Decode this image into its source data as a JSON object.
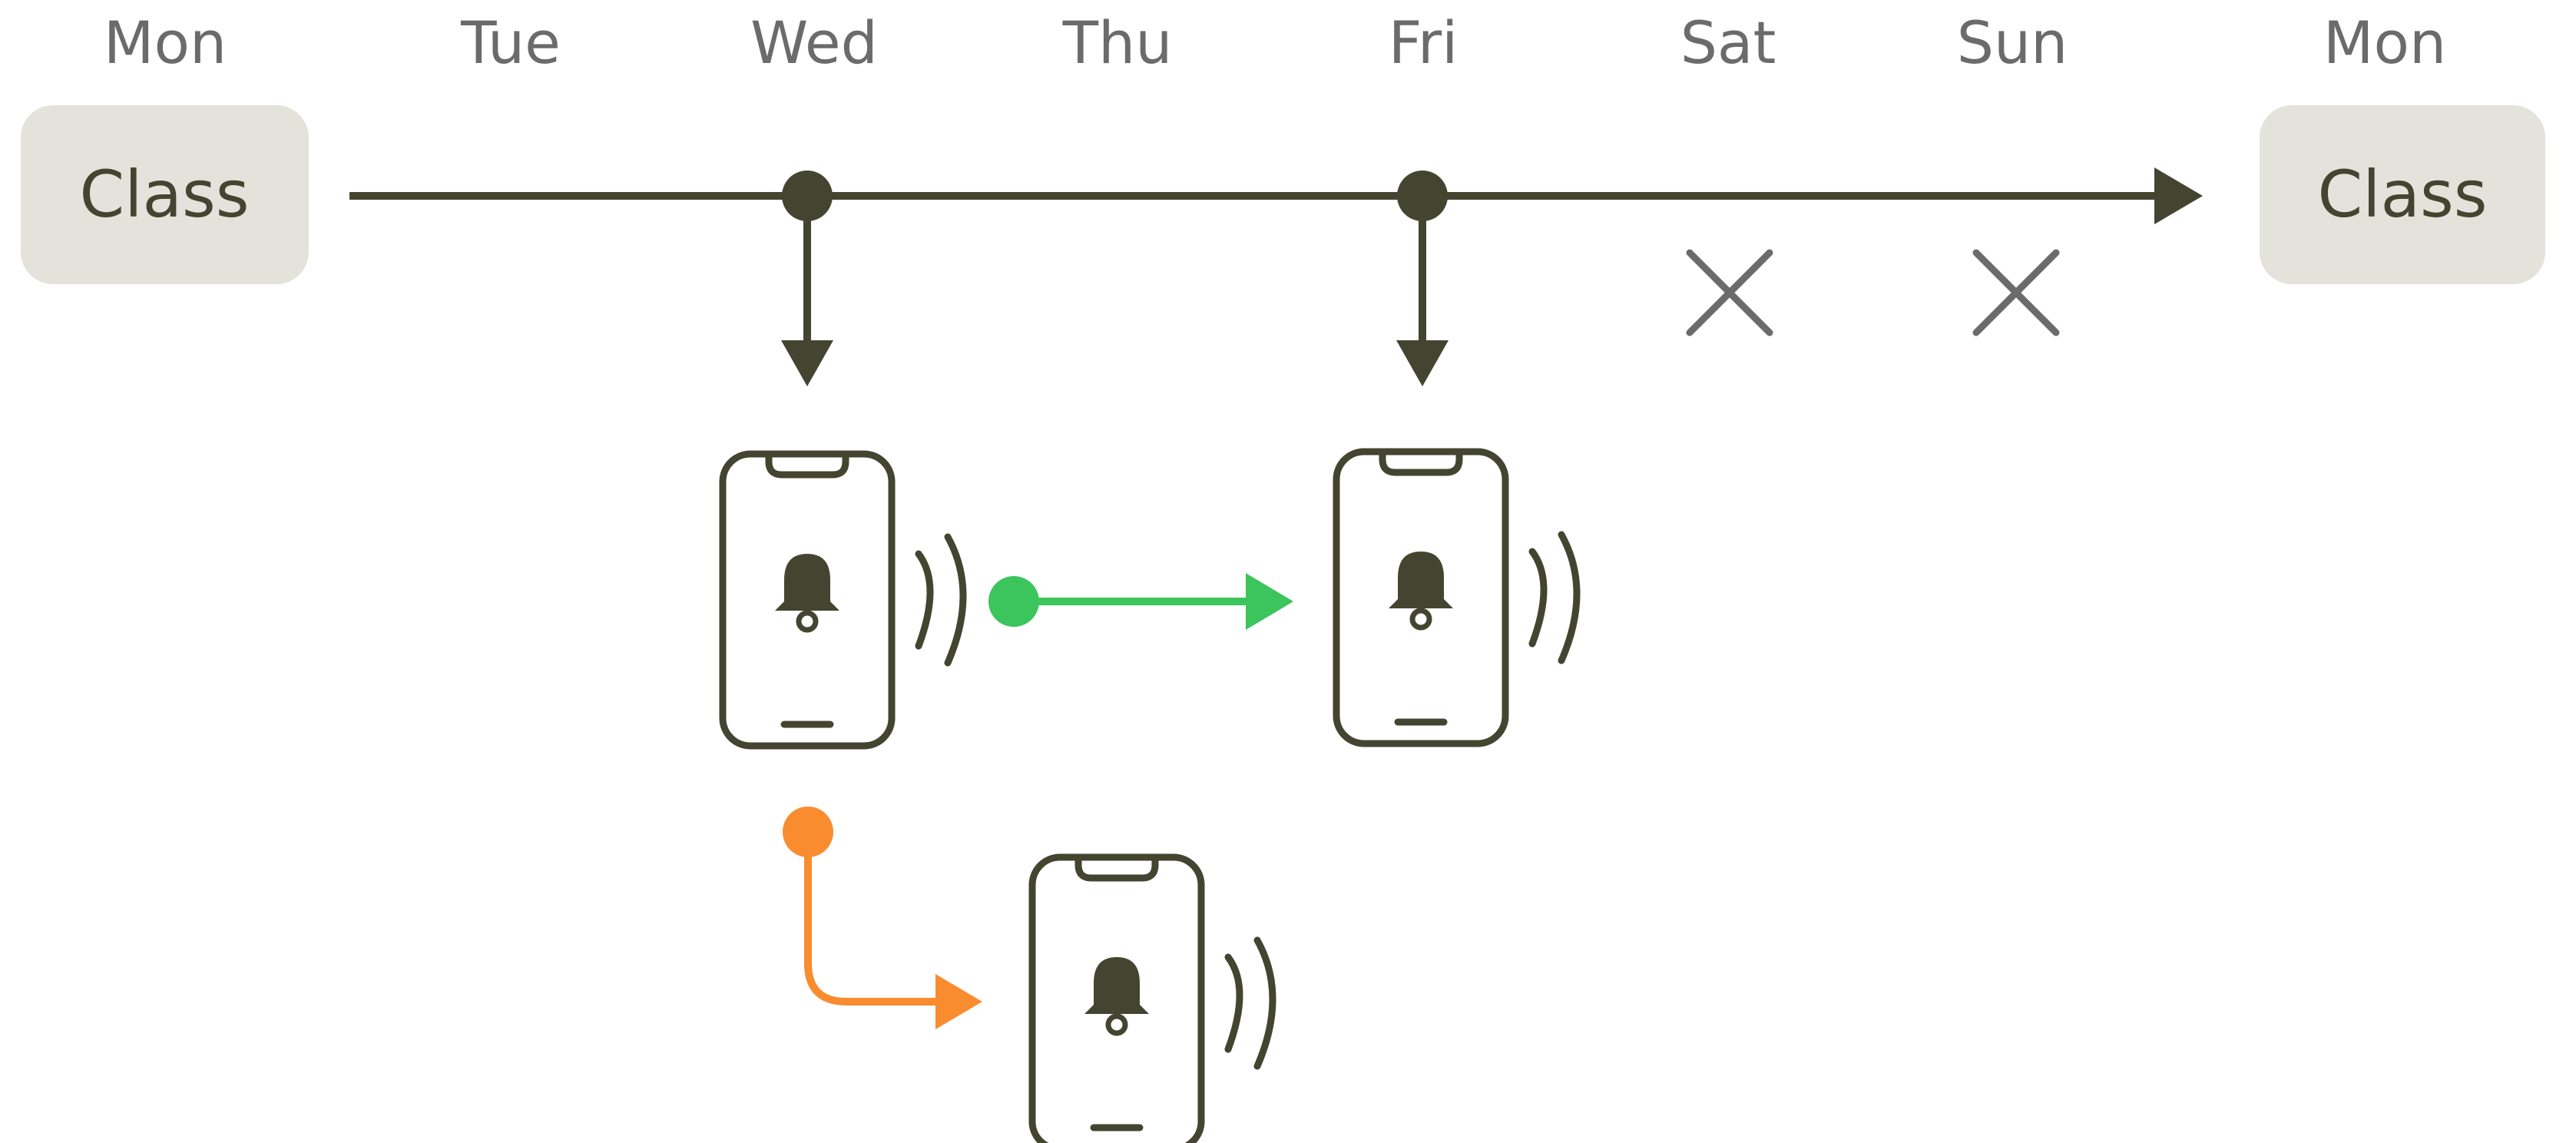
{
  "days": [
    "Mon",
    "Tue",
    "Wed",
    "Thu",
    "Fri",
    "Sat",
    "Sun",
    "Mon"
  ],
  "class_label": "Class",
  "colors": {
    "dark": "#434530",
    "day_text": "#6b6b6b",
    "cross": "#6b6b6b",
    "class_box": "#e3e3dc",
    "green": "#3cc45d",
    "orange": "#f98c2f"
  },
  "icons": {
    "phone": "phone-icon",
    "bell": "bell-icon",
    "vibration": "vibration-icon",
    "cross": "cross-icon"
  }
}
